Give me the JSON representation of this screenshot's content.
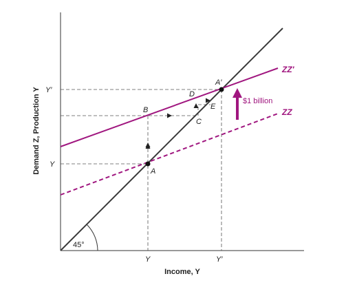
{
  "chart_data": {
    "type": "line",
    "xlabel": "Income, Y",
    "ylabel": "Demand Z, Production Y",
    "x_ticks": [
      "Y",
      "Y′"
    ],
    "y_ticks": [
      "Y",
      "Y′"
    ],
    "angle_label": "45°",
    "shift_label": "$1 billion",
    "series": [
      {
        "name": "ZZ′",
        "style": "solid",
        "color": "#a0167f"
      },
      {
        "name": "ZZ",
        "style": "dashed",
        "color": "#a0167f"
      },
      {
        "name": "",
        "style": "solid",
        "color": "#3a3a3a"
      }
    ],
    "points": [
      {
        "label": "A"
      },
      {
        "label": "B"
      },
      {
        "label": "C"
      },
      {
        "label": "D"
      },
      {
        "label": "E"
      },
      {
        "label": "A′"
      }
    ]
  }
}
